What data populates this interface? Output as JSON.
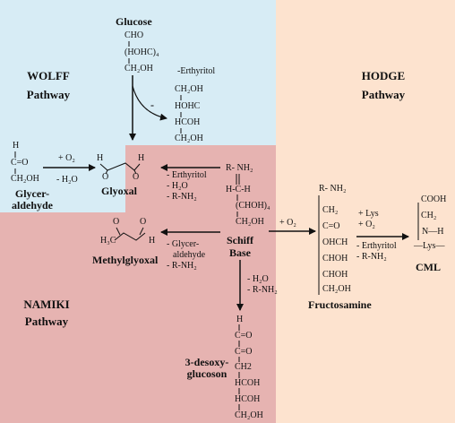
{
  "colors": {
    "wolff": "#d7ecf5",
    "hodge": "#fde3cf",
    "namiki": "#e6b3b1",
    "ink": "#111111"
  },
  "pathways": {
    "wolff": {
      "name": "WOLFF",
      "word": "Pathway"
    },
    "hodge": {
      "name": "HODGE",
      "word": "Pathway"
    },
    "namiki": {
      "name": "NAMIKI",
      "word": "Pathway"
    }
  },
  "glucose": {
    "name": "Glucose",
    "lines": [
      "CHO",
      "(HOHC)₄",
      "CH₂OH"
    ]
  },
  "erythritol": {
    "label": "-Erthyritol",
    "lines": [
      "CH₂OH",
      "HOHC",
      "HCOH",
      "CH₂OH"
    ],
    "minus": "-"
  },
  "glyceraldehyde": {
    "name_line1": "Glycer-",
    "name_line2": "aldehyde",
    "h": "H",
    "c_o": "C=O",
    "ch2oh": "CH₂OH"
  },
  "reaction_glyc_to_glyoxal": {
    "above": "+ O₂",
    "below": "- H₂O"
  },
  "glyoxal": {
    "name": "Glyoxal",
    "h1": "H",
    "h2": "H",
    "o1": "O",
    "o2": "O"
  },
  "schiff_to_glyoxal": {
    "lines": [
      "- Erthyritol",
      "- H₂O",
      "- R-NH₂"
    ]
  },
  "schiff_base": {
    "name_line1": "Schiff",
    "name_line2": "Base",
    "lines": [
      "R- NH₂",
      "H-C-H",
      "(CHOH)₄",
      "CH₂OH"
    ]
  },
  "schiff_to_methylglyoxal": {
    "lines": [
      "- Glycer-",
      "aldehyde",
      "- R-NH₂"
    ]
  },
  "methylglyoxal": {
    "name": "Methylglyoxal",
    "h3c": "H₃C",
    "h": "H",
    "o1": "O",
    "o2": "O"
  },
  "schiff_to_fructosamine": {
    "above": "+ O₂"
  },
  "fructosamine": {
    "name": "Fructosamine",
    "lines": [
      "R- NH₂",
      "CH₂",
      "C=O",
      "OHCH",
      "CHOH",
      "CHOH",
      "CH₂OH"
    ]
  },
  "fructosamine_to_cml": {
    "above": [
      "+ Lys",
      "+ O₂"
    ],
    "below": [
      "- Erthyritol",
      "- R-NH₂"
    ]
  },
  "cml": {
    "name": "CML",
    "lines": [
      "COOH",
      "CH₂",
      "N—H",
      "—Lys—"
    ]
  },
  "schiff_to_desoxy": {
    "lines": [
      "- H₂O",
      "- R-NH₂"
    ]
  },
  "desoxyglucoson": {
    "name_line1": "3-desoxy-",
    "name_line2": "glucoson",
    "lines": [
      "H",
      "C=O",
      "C=O",
      "CH2",
      "HCOH",
      "HCOH",
      "CH₂OH"
    ]
  }
}
